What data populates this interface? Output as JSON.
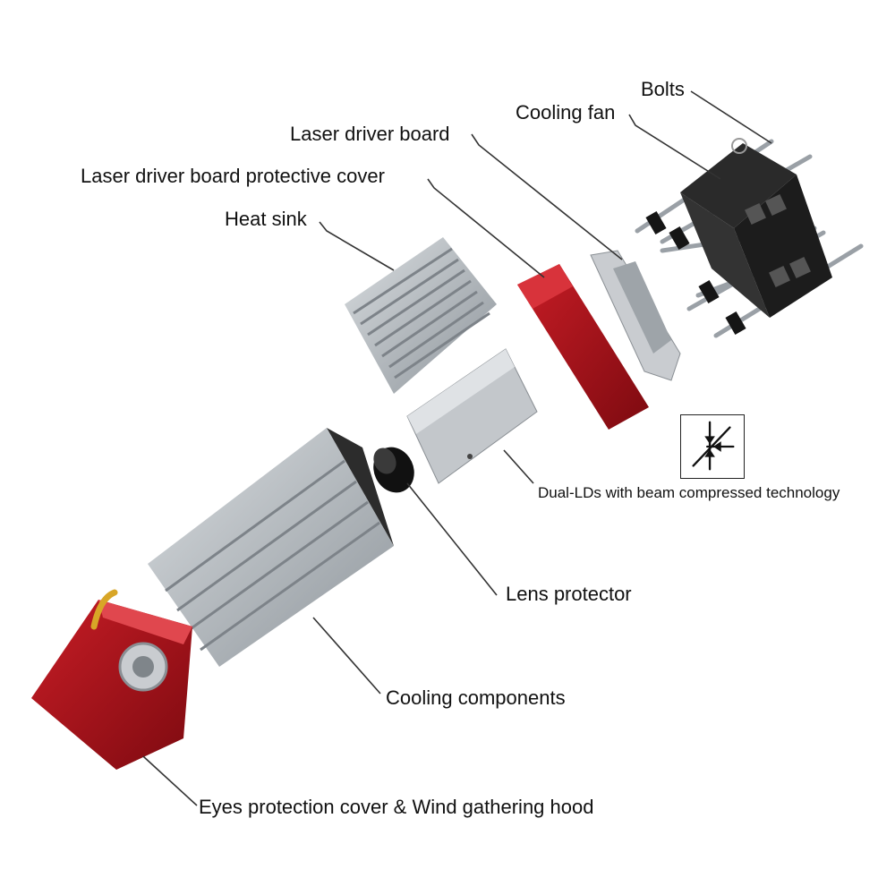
{
  "labels": {
    "bolts": "Bolts",
    "cooling_fan": "Cooling fan",
    "laser_driver_board": "Laser driver board",
    "driver_board_cover": "Laser driver board protective cover",
    "heat_sink": "Heat sink",
    "dual_lds": "Dual-LDs with beam compressed technology",
    "lens_protector": "Lens protector",
    "cooling_components": "Cooling components",
    "eyes_cover": "Eyes protection cover & Wind gathering hood"
  },
  "colors": {
    "red_cover": "#b3141c",
    "aluminum": "#b7bcc1",
    "fan_black": "#1c1c1c",
    "leader_line": "#333333"
  },
  "icons": {
    "beam_compression": "beam-compression-icon"
  }
}
